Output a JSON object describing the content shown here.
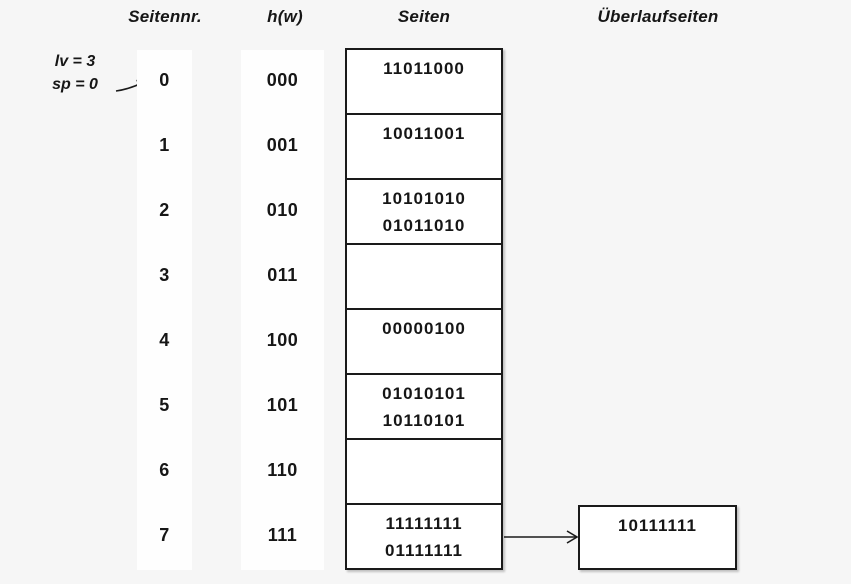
{
  "diagram": "linear-hashing-page-structure",
  "colors": {
    "background": "#f6f6f6",
    "panel": "#ffffff",
    "border": "#1a1a1a",
    "text": "#161616"
  },
  "headers": {
    "page_number": "Seitennr.",
    "hash_function": "h(w)",
    "pages": "Seiten",
    "overflow_pages": "Überlaufseiten"
  },
  "annotation": {
    "line1": "lv = 3",
    "line2": "sp = 0",
    "points_to_page": "0"
  },
  "rows": [
    {
      "page": "0",
      "hash": "000",
      "entries": [
        "11011000"
      ]
    },
    {
      "page": "1",
      "hash": "001",
      "entries": [
        "10011001"
      ]
    },
    {
      "page": "2",
      "hash": "010",
      "entries": [
        "10101010",
        "01011010"
      ]
    },
    {
      "page": "3",
      "hash": "011",
      "entries": []
    },
    {
      "page": "4",
      "hash": "100",
      "entries": [
        "00000100"
      ]
    },
    {
      "page": "5",
      "hash": "101",
      "entries": [
        "01010101",
        "10110101"
      ]
    },
    {
      "page": "6",
      "hash": "110",
      "entries": []
    },
    {
      "page": "7",
      "hash": "111",
      "entries": [
        "11111111",
        "01111111"
      ]
    }
  ],
  "overflow": {
    "attached_to_page": "7",
    "entries": [
      "10111111"
    ]
  }
}
